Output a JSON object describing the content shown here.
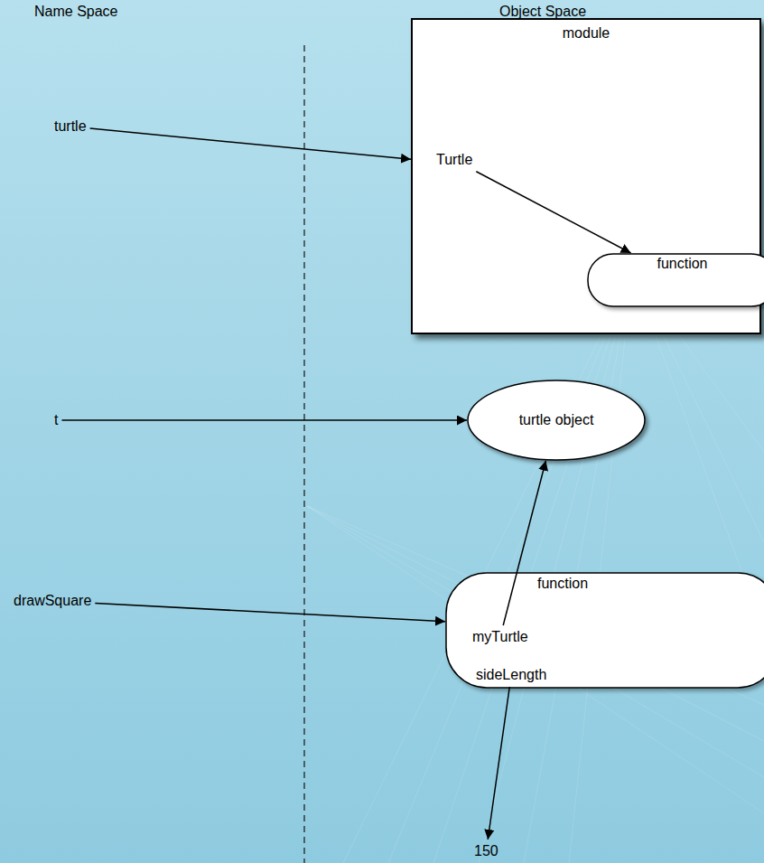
{
  "diagram": {
    "nodes": [
      {
        "text": [
          "module"
        ]
      },
      {
        "text": [
          "Turtle"
        ],
        "in": 0
      },
      {
        "text": [
          "function"
        ],
        "in": 0
      },
      {
        "text": [
          "turtle"
        ]
      },
      {
        "text": [
          "t"
        ]
      },
      {
        "text": [
          "turtle object"
        ]
      },
      {
        "text": [
          "drawSquare"
        ]
      },
      {
        "text": [
          "function"
        ]
      },
      {
        "text": [
          "myTurtle"
        ],
        "in": 7
      },
      {
        "text": [
          "sideLength"
        ],
        "in": 7
      },
      {
        "text": [
          "150"
        ]
      }
    ],
    "edges": [
      {
        "from": 3,
        "to": 0,
        "arrow": "to"
      },
      {
        "from": 1,
        "to": 2,
        "arrow": "to"
      },
      {
        "from": 4,
        "to": 5,
        "arrow": "to"
      },
      {
        "from": 6,
        "to": 7,
        "arrow": "to"
      },
      {
        "from": 8,
        "to": 5,
        "arrow": "to"
      },
      {
        "from": 9,
        "to": 10,
        "arrow": "to"
      }
    ],
    "labels": [
      "Name Space",
      "Object Space"
    ]
  }
}
